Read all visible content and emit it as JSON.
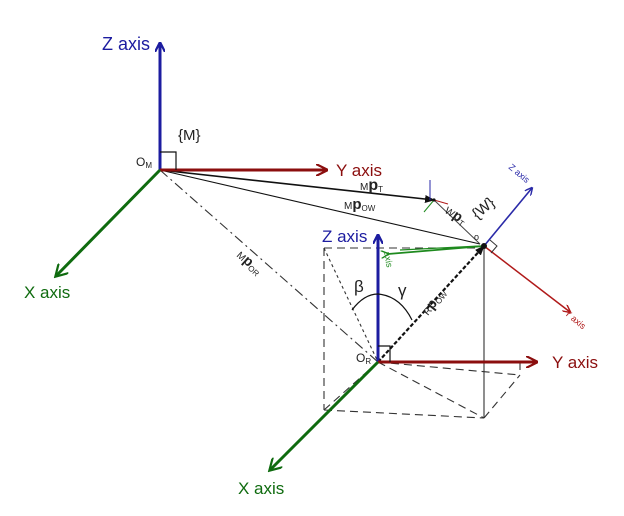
{
  "colors": {
    "z_axis": "#1c1ca0",
    "y_axis": "#8b0e0e",
    "x_axis": "#0f6b0f",
    "vector": "#111111",
    "dashed": "#333333"
  },
  "frame_m": {
    "z_label": "Z axis",
    "y_label": "Y axis",
    "x_label": "X axis",
    "frame_label": "{M}",
    "origin_main": "O",
    "origin_sub": "M"
  },
  "frame_r": {
    "z_label": "Z axis",
    "y_label": "Y axis",
    "x_label": "X axis",
    "origin_main": "O",
    "origin_sub": "R"
  },
  "frame_w": {
    "z_label": "Z axis",
    "y_label": "Y axis",
    "x_label": "axis",
    "frame_label": "{W}",
    "origin_main": "o"
  },
  "vectors": {
    "m_pt": {
      "pre": "M",
      "main": "p",
      "sub": "T"
    },
    "m_pow": {
      "pre": "M",
      "main": "p",
      "sub": "OW"
    },
    "w_pt": {
      "pre": "W",
      "main": "p",
      "sub": "T"
    },
    "m_por": {
      "pre": "M",
      "main": "p",
      "sub": "OR"
    },
    "r_pow": {
      "pre": "R",
      "main": "p",
      "sub": "OW"
    }
  },
  "angles": {
    "beta": "β",
    "gamma": "γ"
  }
}
